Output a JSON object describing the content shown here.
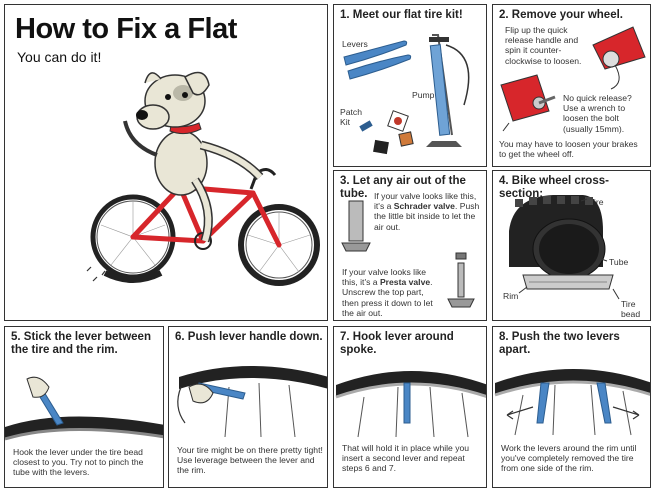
{
  "title": "How to Fix a Flat",
  "subtitle": "You can do it!",
  "panels": {
    "p1": {
      "title": "1. Meet our flat tire kit!",
      "levers": "Levers",
      "pump": "Pump",
      "patch_kit_line1": "Patch",
      "patch_kit_line2": "Kit"
    },
    "p2": {
      "title": "2. Remove your wheel.",
      "text1": "Flip up the quick release handle and spin it counter-clockwise to loosen.",
      "text2": "No quick release? Use a wrench to loosen the bolt (usually 15mm).",
      "text3": "You may have to loosen your brakes to get the wheel off."
    },
    "p3": {
      "title": "3. Let any air out of the tube.",
      "schrader_pre": "If your valve looks like this, it's a ",
      "schrader_name": "Schrader valve",
      "schrader_post": ". Push the little bit inside to let the air out.",
      "presta_pre": "If your valve looks like this, it's a ",
      "presta_name": "Presta valve",
      "presta_post": ". Unscrew the top part, then press it down to let the air out."
    },
    "p4": {
      "title": "4. Bike wheel cross-section:",
      "tire": "Tire",
      "tube": "Tube",
      "rim": "Rim",
      "tire_bead_line1": "Tire",
      "tire_bead_line2": "bead"
    },
    "p5": {
      "title": "5. Stick the lever between the tire and the rim.",
      "text": "Hook the lever under the tire bead closest to you. Try not to pinch the tube with the levers."
    },
    "p6": {
      "title": "6. Push lever handle down.",
      "text": "Your tire might be on there pretty tight! Use leverage between the lever and the rim."
    },
    "p7": {
      "title": "7. Hook lever around spoke.",
      "text": "That will hold it in place while you insert a second lever and repeat steps 6 and 7."
    },
    "p8": {
      "title": "8. Push the two levers apart.",
      "text": "Work the levers around the rim until you've completely removed the tire from one side of the rim."
    }
  },
  "colors": {
    "border": "#333333",
    "bike_red": "#d7262b",
    "lever_blue": "#4a86c5",
    "tire_black": "#222222",
    "dog_fur": "#e9e6d6"
  },
  "icons": [
    "dog-on-bike-illustration",
    "tire-lever-icon",
    "pump-icon",
    "patch-kit-icon",
    "quick-release-icon",
    "wrench-icon",
    "schrader-valve-icon",
    "presta-valve-icon",
    "wheel-cross-section-icon",
    "arrow-icon"
  ]
}
